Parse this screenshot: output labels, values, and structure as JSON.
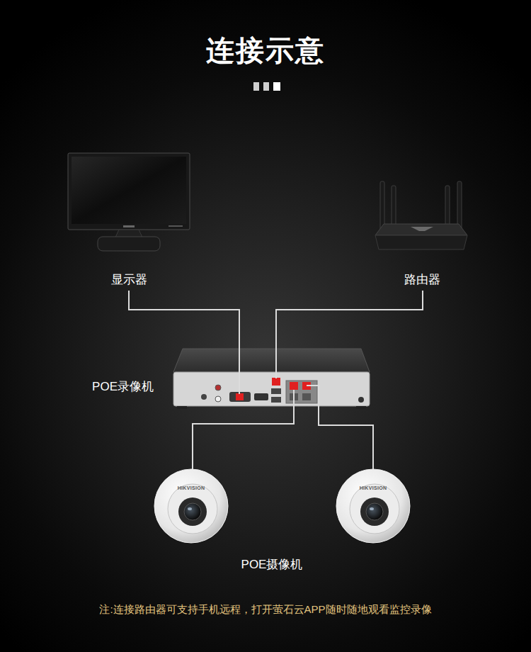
{
  "diagram": {
    "title": "连接示意",
    "nodes": [
      {
        "text": [
          "显示器"
        ]
      },
      {
        "text": [
          "路由器"
        ]
      },
      {
        "text": [
          "POE录像机"
        ]
      },
      {
        "text": [
          "HIKVISION"
        ]
      },
      {
        "text": [
          "HIKVISION"
        ]
      }
    ],
    "edges": [
      {
        "from": 0,
        "to": 2,
        "arrow": "none"
      },
      {
        "from": 1,
        "to": 2,
        "arrow": "none"
      },
      {
        "from": 2,
        "to": 3,
        "arrow": "none"
      },
      {
        "from": 2,
        "to": 4,
        "arrow": "none"
      }
    ],
    "labels": [
      "POE摄像机",
      "注:连接路由器可支持手机远程，打开萤石云APP随时随地观看监控录像"
    ]
  }
}
